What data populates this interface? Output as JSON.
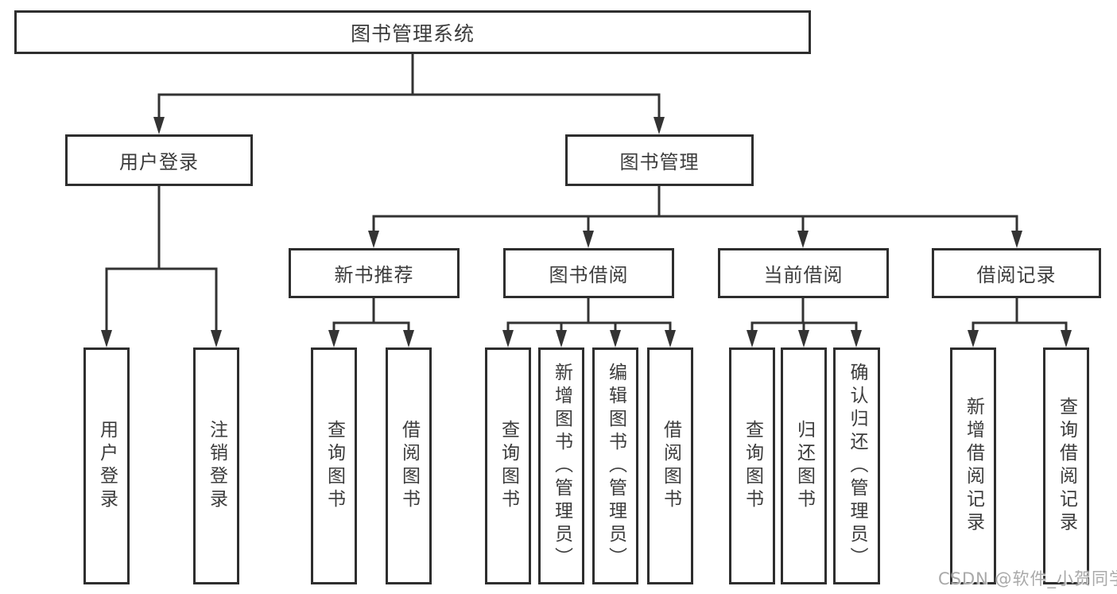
{
  "diagram": {
    "root": {
      "label": "图书管理系统"
    },
    "level2": {
      "user_login": {
        "label": "用户登录"
      },
      "book_mgmt": {
        "label": "图书管理"
      }
    },
    "user_login_children": [
      {
        "label": "用户登录"
      },
      {
        "label": "注销登录"
      }
    ],
    "level3": [
      {
        "label": "新书推荐"
      },
      {
        "label": "图书借阅"
      },
      {
        "label": "当前借阅"
      },
      {
        "label": "借阅记录"
      }
    ],
    "new_book_children": [
      {
        "label": "查询图书"
      },
      {
        "label": "借阅图书"
      }
    ],
    "book_borrow_children": [
      {
        "label": "查询图书"
      },
      {
        "label": "新增图书（管理员）"
      },
      {
        "label": "编辑图书（管理员）"
      },
      {
        "label": "借阅图书"
      }
    ],
    "current_borrow_children": [
      {
        "label": "查询图书"
      },
      {
        "label": "归还图书"
      },
      {
        "label": "确认归还（管理员）"
      }
    ],
    "borrow_record_children": [
      {
        "label": "新增借阅记录"
      },
      {
        "label": "查询借阅记录"
      }
    ]
  },
  "watermark": {
    "text": "CSDN @软件_小贺同学"
  },
  "colors": {
    "line": "#333333",
    "border": "#2e2e2e",
    "text": "#3c3c3c",
    "bg": "#ffffff",
    "watermark": "#a9a9a9"
  }
}
